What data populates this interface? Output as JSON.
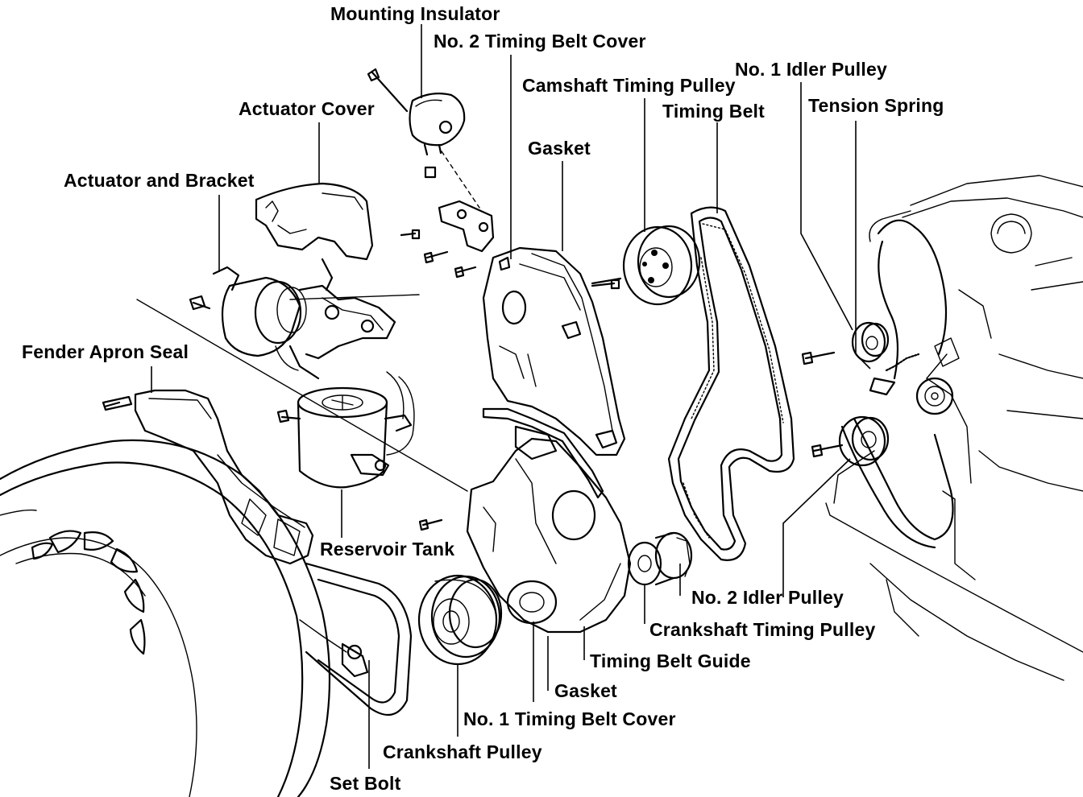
{
  "labels": {
    "mounting_insulator": "Mounting Insulator",
    "no2_timing_belt_cover": "No. 2 Timing Belt Cover",
    "camshaft_timing_pulley": "Camshaft Timing Pulley",
    "no1_idler_pulley": "No. 1 Idler Pulley",
    "timing_belt": "Timing Belt",
    "tension_spring": "Tension Spring",
    "actuator_cover": "Actuator Cover",
    "gasket_top": "Gasket",
    "actuator_and_bracket": "Actuator and Bracket",
    "fender_apron_seal": "Fender Apron Seal",
    "reservoir_tank": "Reservoir Tank",
    "no2_idler_pulley": "No. 2 Idler Pulley",
    "crankshaft_timing_pulley": "Crankshaft Timing Pulley",
    "timing_belt_guide": "Timing Belt Guide",
    "gasket_bottom": "Gasket",
    "no1_timing_belt_cover": "No. 1 Timing Belt Cover",
    "crankshaft_pulley": "Crankshaft Pulley",
    "set_bolt": "Set Bolt"
  },
  "colors": {
    "ink": "#000000",
    "paper": "#ffffff"
  }
}
